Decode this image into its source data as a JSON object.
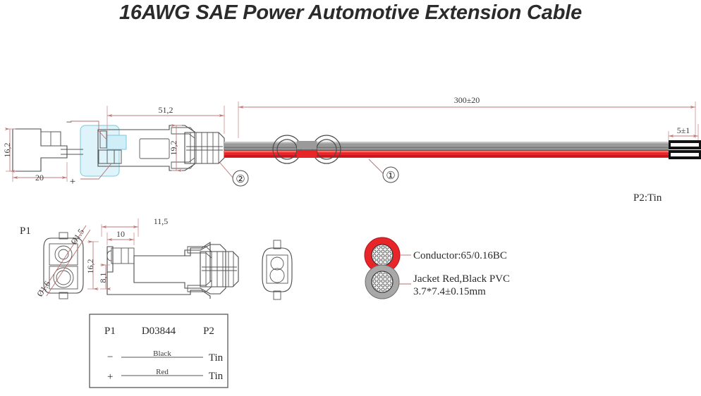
{
  "document": {
    "title": "16AWG SAE Power Automotive Extension Cable",
    "type": "technical-drawing"
  },
  "top_view": {
    "dimensions": {
      "connector_length": "51,2",
      "connector_height_left": "16,2",
      "terminal_width": "20",
      "body_height": "19,2",
      "cable_length": "300±20",
      "strip_length": "5±1"
    },
    "polarity_minus": "−",
    "polarity_plus": "+",
    "callout_cable": "①",
    "callout_connector": "②",
    "end_label": "P2:Tin"
  },
  "detail_view": {
    "label": "P1",
    "dimensions": {
      "hole_top_dia": "Ø1.5",
      "hole_bottom_dia": "Ø1.6",
      "terminal_height": "16,2",
      "terminal_offset": "8,1",
      "pin_length": "10",
      "body_length": "11,5"
    }
  },
  "cable_legend": {
    "conductor": "Conductor:65/0.16BC",
    "jacket_line1": "Jacket Red,Black PVC",
    "jacket_line2": "3.7*7.4±0.15mm",
    "conductor_color": "#e8262a",
    "jacket_color": "#a8a8a8"
  },
  "wiring_table": {
    "header": {
      "left": "P1",
      "center": "D03844",
      "right": "P2"
    },
    "rows": [
      {
        "pin": "−",
        "wire": "Black",
        "end": "Tin"
      },
      {
        "pin": "+",
        "wire": "Red",
        "end": "Tin"
      }
    ]
  },
  "colors": {
    "red_wire": "#e8262a",
    "gray_wire": "#9a9a9a",
    "black_tin": "#1a1a1a",
    "dimension_red": "#c07a7a",
    "highlight_cyan": "#8fd8e8",
    "outline": "#4a4a4a"
  }
}
